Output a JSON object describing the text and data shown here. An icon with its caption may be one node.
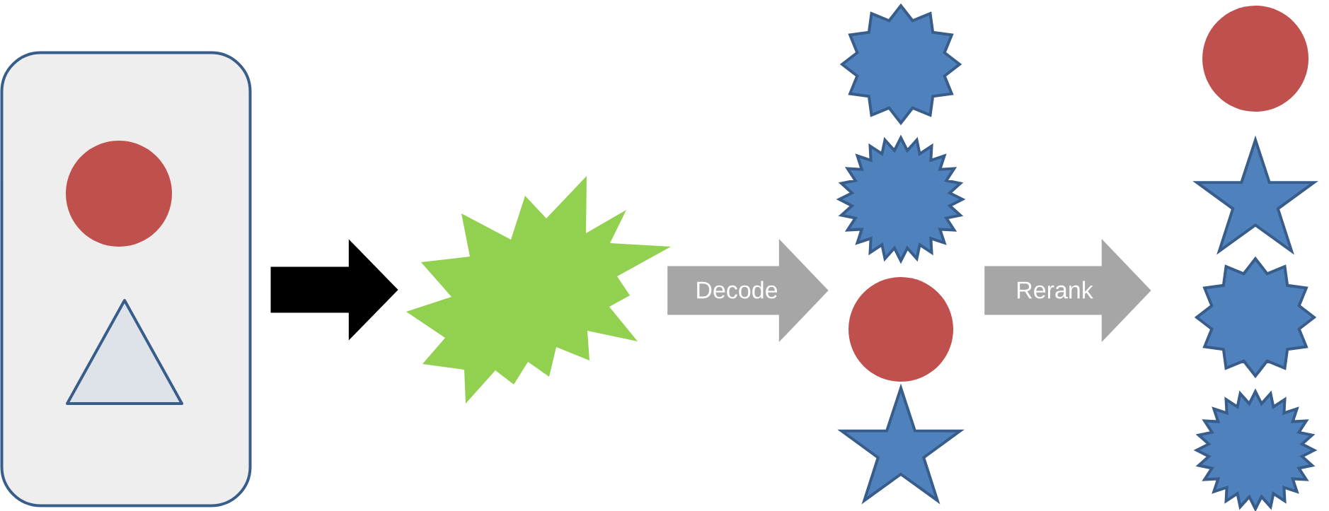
{
  "diagram": {
    "nodes": [
      {
        "text": [],
        "shape": "box"
      },
      {
        "text": [],
        "shape": "circle",
        "in": 0
      },
      {
        "text": [],
        "shape": "triangle",
        "in": 0
      },
      {
        "text": [],
        "shape": "burst"
      },
      {
        "text": [],
        "shape": "star"
      },
      {
        "text": [],
        "shape": "star"
      },
      {
        "text": [],
        "shape": "circle"
      },
      {
        "text": [],
        "shape": "star"
      },
      {
        "text": [],
        "shape": "circle"
      },
      {
        "text": [],
        "shape": "star"
      },
      {
        "text": [],
        "shape": "star"
      },
      {
        "text": [],
        "shape": "star"
      }
    ],
    "edges": [
      {
        "from": 0,
        "to": 3,
        "arrow": "to",
        "color": "#000000"
      },
      {
        "from": 3,
        "to": 6,
        "arrow": "to",
        "label": "Decode"
      },
      {
        "from": 6,
        "to": 10,
        "arrow": "to",
        "label": "Rerank"
      }
    ]
  }
}
